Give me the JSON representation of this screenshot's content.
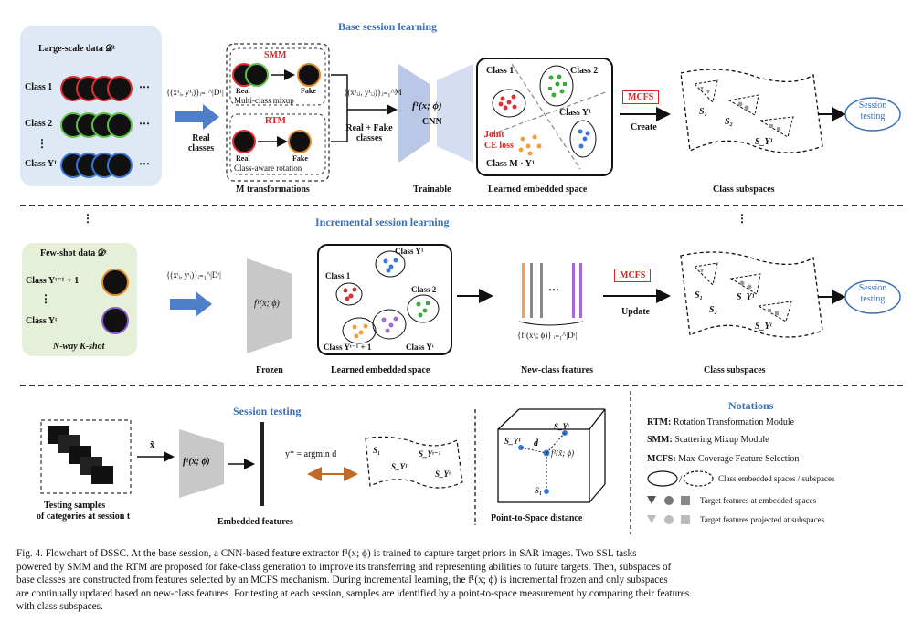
{
  "base": {
    "title": "Base session learning",
    "large_data": "Large-scale data 𝒟¹",
    "class1": "Class 1",
    "class2": "Class 2",
    "vdots": "⋮",
    "classY": "Class Y¹",
    "dots": "⋯",
    "pair": "{(x¹ᵢ, y¹ᵢ)}ᵢ₌₁^|D¹|",
    "real_classes": "Real classes",
    "smm": "SMM",
    "rtm": "RTM",
    "real": "Real",
    "fake": "Fake",
    "multi_mixup": "Multi-class mixup",
    "class_rot": "Class-aware rotation",
    "m_trans": "M transformations",
    "pair_ij": "{(x¹ᵢⱼ, y¹ᵢⱼ)}ⱼ₌₁^M",
    "real_fake": "Real + Fake classes",
    "f1": "f¹(x; ϕ)",
    "cnn": "CNN",
    "trainable": "Trainable",
    "emb_c1": "Class 1",
    "emb_c2": "Class 2",
    "emb_cY": "Class Y¹",
    "joint": "Joint",
    "ce_loss": "CE loss",
    "emb_cMY": "Class M · Y¹",
    "learned": "Learned embedded space",
    "mcfs": "MCFS",
    "create": "Create",
    "s1": "S₁",
    "s2": "S₂",
    "sY": "S_Y¹",
    "class_subspaces": "Class subspaces",
    "session_testing": "Session testing",
    "colon_dots": "⋮"
  },
  "incr": {
    "title": "Incremental session learning",
    "few_shot": "Few-shot data 𝒟ᵗ",
    "classYt1": "Class Yᵗ⁻¹ + 1",
    "vdots": "⋮",
    "classYt": "Class Yᵗ",
    "nway": "N-way K-shot",
    "pair": "{(xᵗᵢ, yᵗᵢ)}ᵢ₌₁^|Dᵗ|",
    "f1": "f¹(x; ϕ)",
    "frozen": "Frozen",
    "emb_cY1": "Class Y¹",
    "emb_c1": "Class 1",
    "emb_c2": "Class 2",
    "emb_cYt1": "Class Yᵗ⁻¹ + 1",
    "emb_cYt": "Class Yᵗ",
    "learned": "Learned embedded space",
    "feat_set": "{f¹(xᵗᵢ; ϕ)} ᵢ₌₁^|Dᵗ|",
    "new_class": "New-class features",
    "mcfs": "MCFS",
    "update": "Update",
    "s1": "S₁",
    "s2": "S₂",
    "sY1": "S_Y¹",
    "sYt": "S_Yᵗ",
    "class_subspaces": "Class subspaces",
    "session_testing": "Session testing"
  },
  "test": {
    "title": "Session testing",
    "x_tilde": "x̃",
    "testing_samples": "Testing samples",
    "of_categories": "of categories at session t",
    "f1": "f¹(x; ϕ)",
    "embedded_features": "Embedded features",
    "argmin": "y* = argmin d",
    "s1": "S₁",
    "sY1": "S_Y¹",
    "sYt1": "S_Yᵗ⁻¹",
    "sYt": "S_Yᵗ",
    "p2s_sY1": "S_Y¹",
    "p2s_sYt": "S_Yᵗ",
    "p2s_d": "d",
    "p2s_f": "f¹(x̃; ϕ)",
    "p2s_s1": "S₁",
    "p2s": "Point-to-Space distance"
  },
  "notations": {
    "title": "Notations",
    "rtm_key": "RTM:",
    "rtm_val": "Rotation Transformation Module",
    "smm_key": "SMM:",
    "smm_val": "Scattering Mixup Module",
    "mcfs_key": "MCFS:",
    "mcfs_val": "Max-Coverage Feature Selection",
    "sym1": "Class embedded spaces / subspaces",
    "sym2": "Target features at embedded spaces",
    "sym3": "Target features projected at subspaces"
  },
  "caption": {
    "line1": "Fig. 4.    Flowchart of DSSC. At the base session, a CNN-based feature extractor f¹(x; ϕ) is trained to capture target priors in SAR images. Two SSL tasks",
    "line2": "powered by SMM and the RTM are proposed for fake-class generation to improve its transferring and representing abilities to future targets. Then, subspaces of",
    "line3": "base classes are constructed from features selected by an MCFS mechanism. During incremental learning, the f¹(x; ϕ) is incremental frozen and only subspaces",
    "line4": "are continually updated based on new-class features. For testing at each session, samples are identified by a point-to-space measurement by comparing their features",
    "line5": "with class subspaces."
  }
}
